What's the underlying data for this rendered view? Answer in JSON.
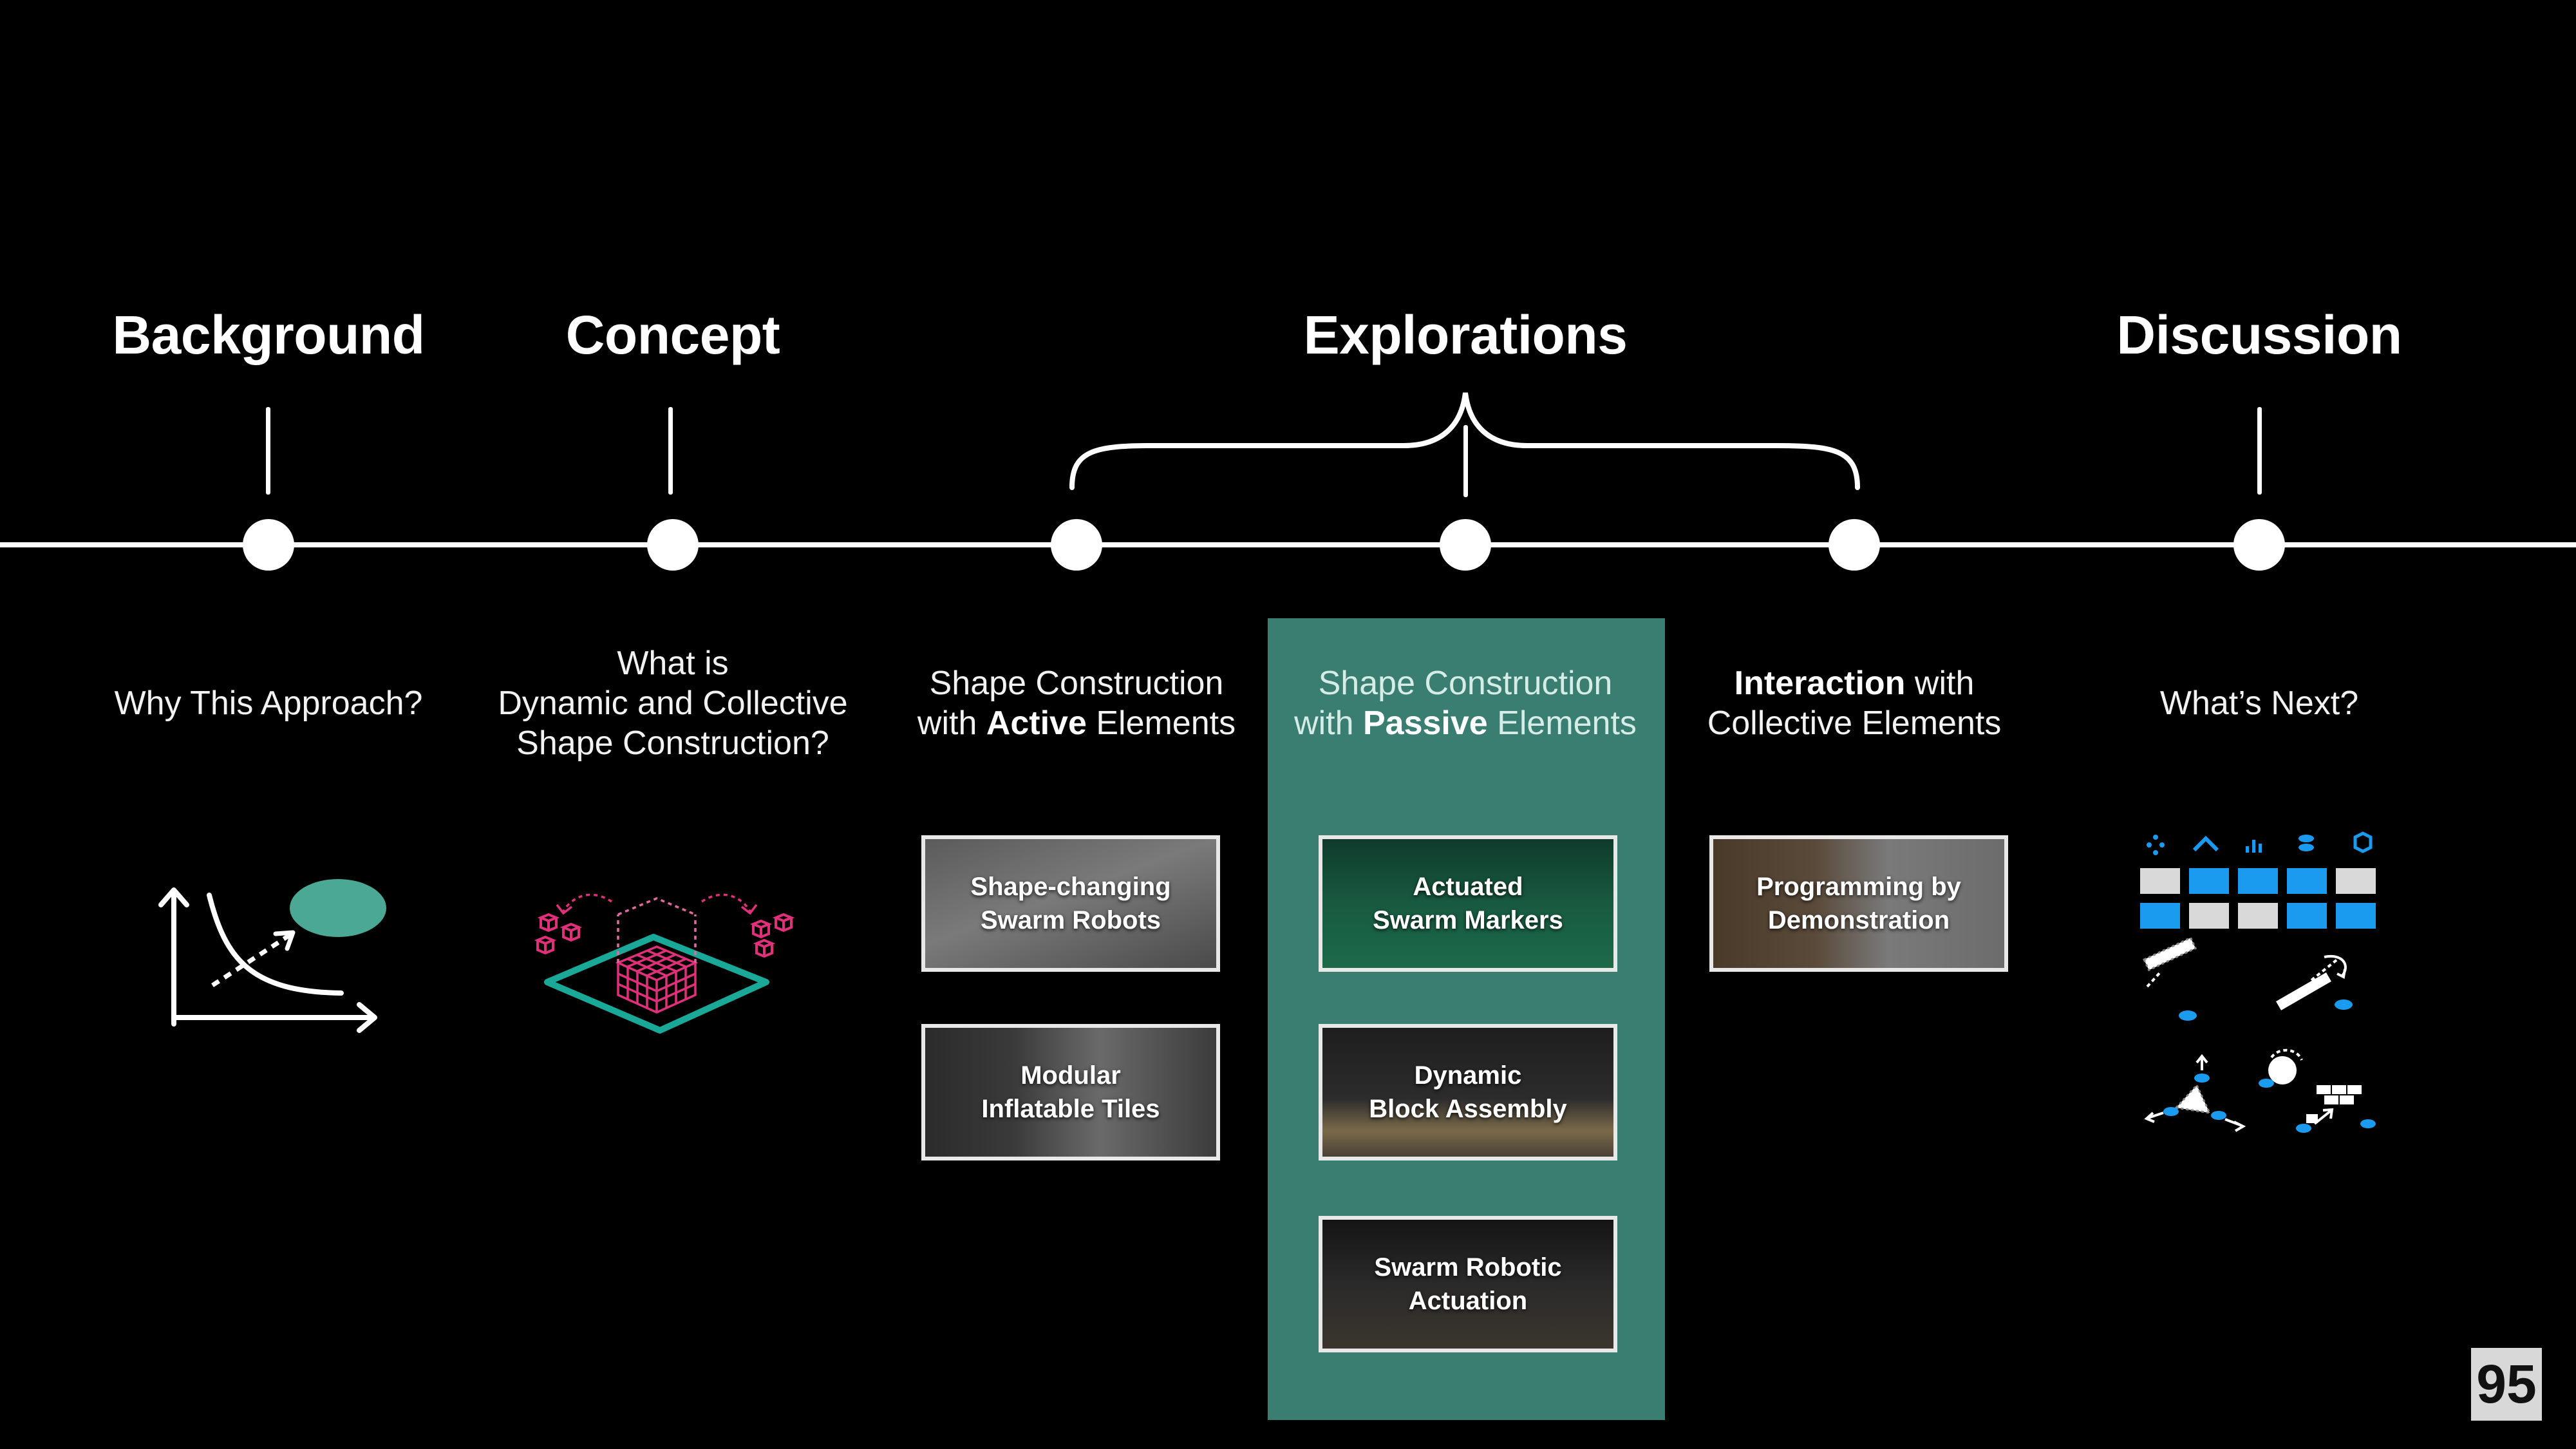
{
  "sections": [
    {
      "title": "Background"
    },
    {
      "title": "Concept"
    },
    {
      "title": "Explorations"
    },
    {
      "title": "Discussion"
    }
  ],
  "captions": {
    "background": "Why This Approach?",
    "concept_line1": "What is",
    "concept_line2": "Dynamic and Collective",
    "concept_line3": "Shape Construction?",
    "active_line1": "Shape Construction",
    "active_line2_prefix": "with ",
    "active_line2_bold": "Active",
    "active_line2_suffix": " Elements",
    "passive_line1": "Shape Construction",
    "passive_line2_prefix": "with ",
    "passive_line2_bold": "Passive",
    "passive_line2_suffix": " Elements",
    "interaction_line1_bold": "Interaction",
    "interaction_line1_suffix": " with",
    "interaction_line2": "Collective Elements",
    "discussion": "What’s Next?"
  },
  "cards": {
    "shape_changing": {
      "line1": "Shape-changing",
      "line2": "Swarm Robots"
    },
    "inflatable": {
      "line1": "Modular",
      "line2": "Inflatable Tiles"
    },
    "markers": {
      "line1": "Actuated",
      "line2": "Swarm Markers"
    },
    "block": {
      "line1": "Dynamic",
      "line2": "Block Assembly"
    },
    "actuation": {
      "line1": "Swarm Robotic",
      "line2": "Actuation"
    },
    "programming": {
      "line1": "Programming by",
      "line2": "Demonstration"
    }
  },
  "page_number": "95",
  "colors": {
    "highlight_panel": "#3a7e72",
    "accent_teal": "#4aa894",
    "accent_pink": "#e0307a",
    "accent_blue": "#1a9bef",
    "tile_grey": "#d9d9d9"
  },
  "icons": {
    "background": "tradeoff-chart-icon",
    "concept": "modular-cube-assembly-icon",
    "discussion": "future-directions-icon"
  }
}
